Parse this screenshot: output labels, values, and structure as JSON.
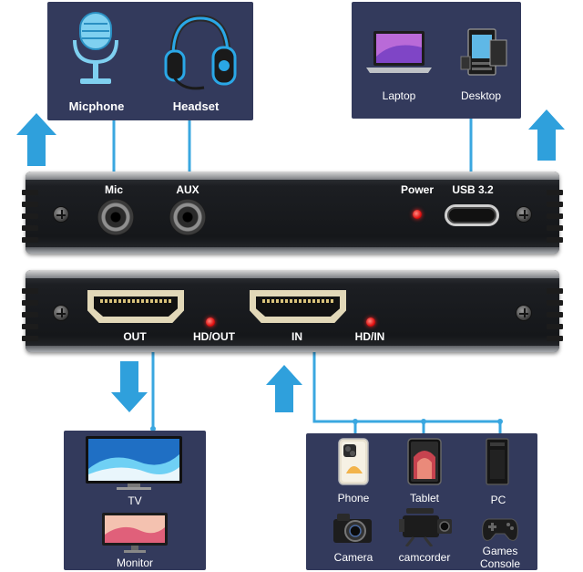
{
  "audio_panel": {
    "items": [
      {
        "label": "Micphone",
        "icon": "microphone-icon"
      },
      {
        "label": "Headset",
        "icon": "headset-icon"
      }
    ]
  },
  "computer_panel": {
    "items": [
      {
        "label": "Laptop",
        "icon": "laptop-icon"
      },
      {
        "label": "Desktop",
        "icon": "desktop-icon"
      }
    ]
  },
  "device_top": {
    "ports": [
      {
        "label": "Mic"
      },
      {
        "label": "AUX"
      },
      {
        "label": "Power"
      },
      {
        "label": "USB 3.2"
      }
    ]
  },
  "device_bottom": {
    "ports": [
      {
        "label": "OUT"
      },
      {
        "label": "HD/OUT"
      },
      {
        "label": "IN"
      },
      {
        "label": "HD/IN"
      }
    ]
  },
  "output_panel": {
    "items": [
      {
        "label": "TV",
        "icon": "tv-icon"
      },
      {
        "label": "Monitor",
        "icon": "monitor-icon"
      }
    ]
  },
  "source_panel": {
    "items": [
      {
        "label": "Phone",
        "icon": "phone-icon"
      },
      {
        "label": "Tablet",
        "icon": "tablet-icon"
      },
      {
        "label": "PC",
        "icon": "pc-tower-icon"
      },
      {
        "label": "Camera",
        "icon": "camera-icon"
      },
      {
        "label": "camcorder",
        "icon": "camcorder-icon"
      },
      {
        "label": "Games Console",
        "icon": "game-controller-icon"
      }
    ]
  },
  "colors": {
    "panel": "#333a5c",
    "connector_line": "#3aa7e0",
    "arrow": "#2fa0dc",
    "led": "#e01010"
  }
}
